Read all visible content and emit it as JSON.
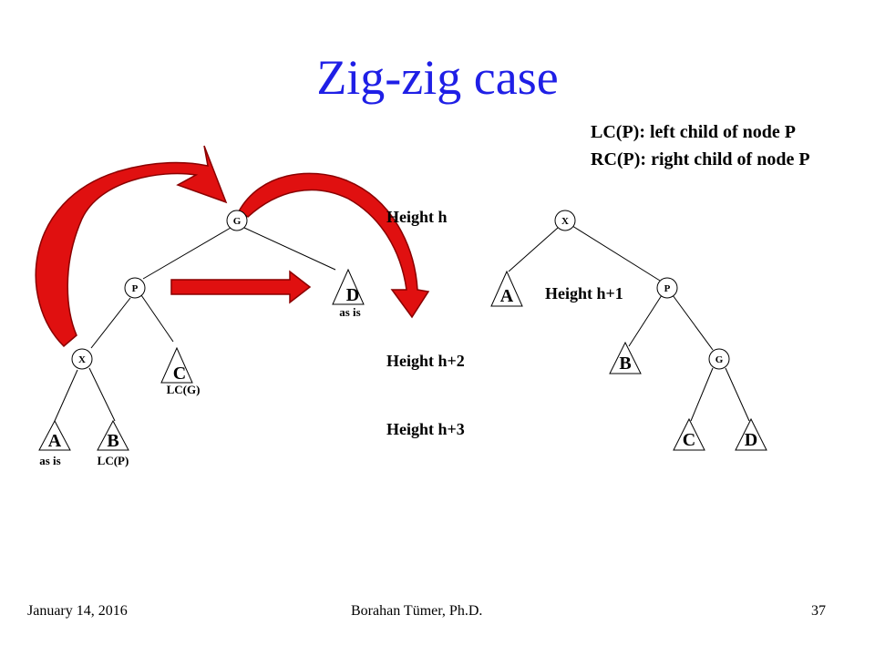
{
  "slide": {
    "title": "Zig-zig case",
    "definitions": [
      "LC(P): left child of node P",
      "RC(P): right child of node P"
    ],
    "footer": {
      "date": "January 14, 2016",
      "author": "Borahan Tümer, Ph.D.",
      "page": "37"
    }
  },
  "before_tree": {
    "nodes": {
      "g": "G",
      "p": "P",
      "x": "X"
    },
    "subtrees": {
      "a": {
        "label": "A",
        "note": "as is"
      },
      "b": {
        "label": "B",
        "note": "LC(P)"
      },
      "c": {
        "label": "C",
        "note": "LC(G)"
      },
      "d": {
        "label": "D",
        "note": "as is"
      }
    }
  },
  "heights": {
    "h": "Height h",
    "h1": "Height h+1",
    "h2": "Height h+2",
    "h3": "Height h+3"
  },
  "after_tree": {
    "nodes": {
      "x": "X",
      "p": "P",
      "g": "G"
    },
    "subtrees": {
      "a": "A",
      "b": "B",
      "c": "C",
      "d": "D"
    }
  },
  "colors": {
    "title": "#1f1fe6",
    "arrow_fill": "#e01010",
    "arrow_stroke": "#8a0000",
    "node_stroke": "#000000"
  }
}
